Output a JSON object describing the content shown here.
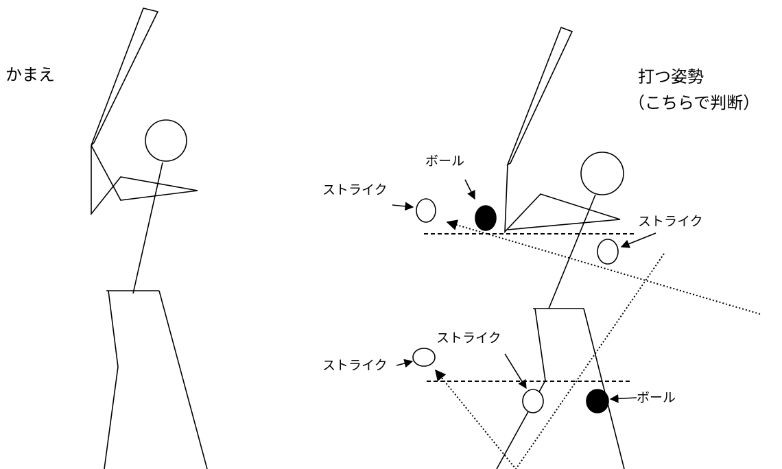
{
  "left_title": "かまえ",
  "right_title": "打つ姿勢",
  "right_subtitle": "（こちらで判断）",
  "labels": {
    "ball_top": "ボール",
    "strike_upper_left": "ストライク",
    "strike_upper_right": "ストライク",
    "strike_lower_middle": "ストライク",
    "strike_lower_left": "ストライク",
    "ball_bottom": "ボール"
  },
  "colors": {
    "line": "#000000",
    "ball_fill": "#000000",
    "strike_fill": "#ffffff"
  }
}
